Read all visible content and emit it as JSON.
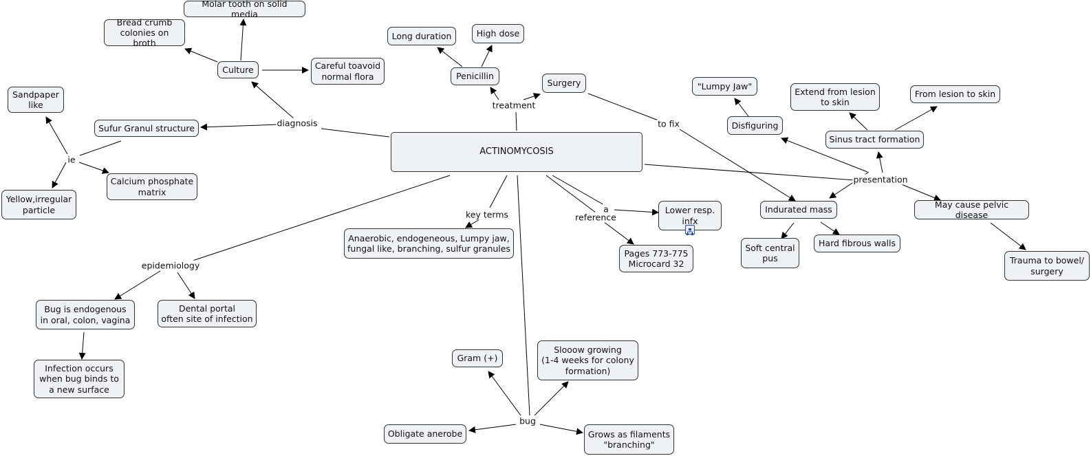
{
  "central": "ACTINOMYCOSIS",
  "linking_phrases": {
    "diagnosis": "diagnosis",
    "treatment": "treatment",
    "to_fix": "to fix",
    "presentation": "presentation",
    "ie": "ie",
    "epidemiology": "epidemiology",
    "key_terms": "key terms",
    "a": "a",
    "reference": "reference",
    "bug": "bug"
  },
  "concepts": {
    "molar_tooth": "Molar tooth on solid media",
    "bread_crumb": "Bread crumb\ncolonies on broth",
    "culture": "Culture",
    "careful_avoid": "Careful toavoid\nnormal flora",
    "sandpaper": "Sandpaper\nlike",
    "sufur_granul": "Sufur Granul structure",
    "calcium_phosphate": "Calcium phosphate\nmatrix",
    "yellow_particle": "Yellow,irregular\nparticle",
    "long_duration": "Long duration",
    "high_dose": "High dose",
    "penicillin": "Penicillin",
    "surgery": "Surgery",
    "lumpy_jaw": "\"Lumpy Jaw\"",
    "disfiguring": "Disfiguring",
    "extend_from_lesion": "Extend from lesion\nto skin",
    "from_lesion_to_skin": "From lesion to skin",
    "sinus_tract": "Sinus tract formation",
    "indurated_mass": "Indurated mass",
    "pelvic_disease": "May cause pelvic disease",
    "soft_central_pus": "Soft central\npus",
    "hard_fibrous_walls": "Hard fibrous walls",
    "trauma_bowel": "Trauma to bowel/\nsurgery",
    "lower_resp": "Lower resp.\ninfx",
    "pages": "Pages 773-775\nMicrocard 32",
    "key_terms_list": "Anaerobic, endogeneous, Lumpy jaw,\nfungal like, branching, sulfur granules",
    "bug_endogenous": "Bug is endogenous\nin oral, colon, vagina",
    "dental_portal": "Dental portal\noften site of infection",
    "infection_occurs": "Infection occurs\nwhen bug binds to\na new surface",
    "gram_positive": "Gram (+)",
    "slow_growing": "Slooow growing\n(1-4 weeks for colony\nformation)",
    "obligate_anerobe": "Obligate anerobe",
    "grows_filaments": "Grows as filaments\n\"branching\""
  },
  "icons": {
    "lower_resp_resource": "concept-map-resource-icon"
  },
  "colors": {
    "node_fill": "#eef2f5",
    "node_border": "#333333",
    "line": "#000000",
    "icon_blue": "#2a4d9b"
  }
}
